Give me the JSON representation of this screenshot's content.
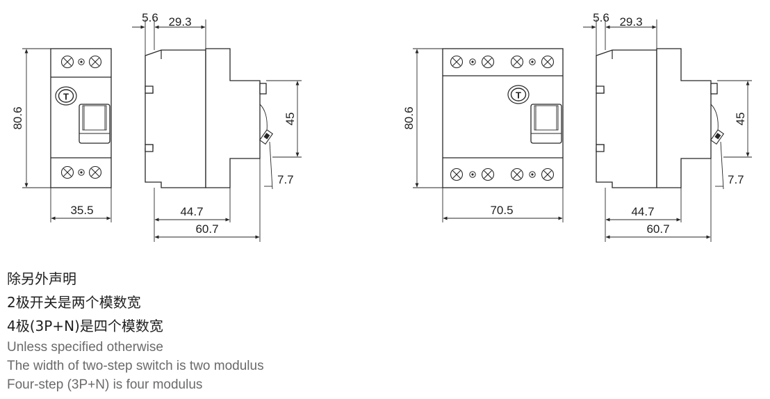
{
  "dimensions": {
    "two_pole": {
      "height": "80.6",
      "width": "35.5",
      "side_offset": "5.6",
      "side_front": "29.3",
      "handle_height": "45",
      "handle_offset": "7.7",
      "depth_inner": "44.7",
      "depth_total": "60.7"
    },
    "four_pole": {
      "height": "80.6",
      "width": "70.5",
      "side_offset": "5.6",
      "side_front": "29.3",
      "handle_height": "45",
      "handle_offset": "7.7",
      "depth_inner": "44.7",
      "depth_total": "60.7"
    }
  },
  "test_button_label": "T",
  "notes": {
    "zh": [
      "除另外声明",
      "2极开关是两个模数宽",
      "4极(3P+N)是四个模数宽"
    ],
    "en": [
      "Unless specified otherwise",
      "The width of two-step switch is two modulus",
      "Four-step (3P+N) is four modulus"
    ]
  }
}
